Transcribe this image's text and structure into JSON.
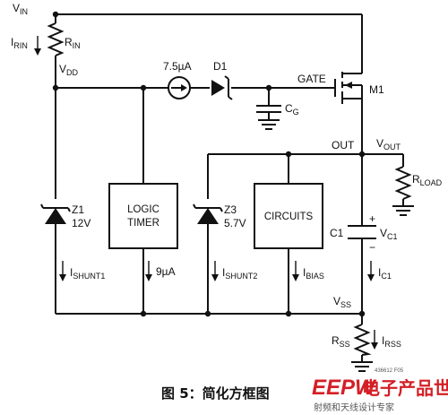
{
  "nodes": {
    "vin": [
      "V",
      "IN"
    ],
    "vdd": [
      "V",
      "DD"
    ],
    "vout": [
      "V",
      "OUT"
    ],
    "vss": [
      "V",
      "SS"
    ],
    "out": "OUT",
    "gate": "GATE"
  },
  "currents": {
    "irin": [
      "I",
      "RIN"
    ],
    "source": "7.5µA",
    "ishunt1": [
      "I",
      "SHUNT1"
    ],
    "logic_current": "9µA",
    "ishunt2": [
      "I",
      "SHUNT2"
    ],
    "ibias": [
      "I",
      "BIAS"
    ],
    "ic1": [
      "I",
      "C1"
    ],
    "irss": [
      "I",
      "RSS"
    ]
  },
  "components": {
    "rin": [
      "R",
      "IN"
    ],
    "d1": "D1",
    "cg": [
      "C",
      "G"
    ],
    "m1": "M1",
    "rload": [
      "R",
      "LOAD"
    ],
    "z1": [
      "Z1",
      "12V"
    ],
    "logic_timer": [
      "LOGIC",
      "TIMER"
    ],
    "z3": [
      "Z3",
      "5.7V"
    ],
    "circuits": "CIRCUITS",
    "c1": "C1",
    "vc1": [
      "V",
      "C1"
    ],
    "c1_plus": "+",
    "c1_minus": "−",
    "rss": [
      "R",
      "SS"
    ]
  },
  "part_number": "436612 F05",
  "caption": "图 5：简化方框图",
  "watermark": {
    "logo": "EEPW",
    "brand": "电子产品世界",
    "slogan": "射频和天线设计专家"
  }
}
